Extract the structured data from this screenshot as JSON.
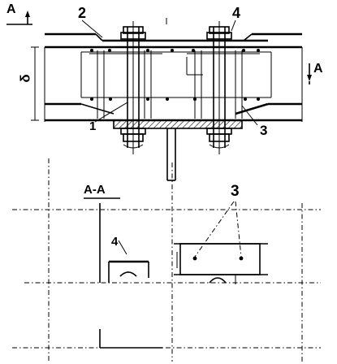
{
  "labels": {
    "section_top": "A",
    "section_right": "A",
    "section_title": "A-A",
    "callout_1": "1",
    "callout_2": "2",
    "callout_3": "3",
    "callout_3_lower": "3",
    "callout_4": "4",
    "callout_4_lower": "4",
    "dim_height": "δ"
  },
  "colors": {
    "ink": "#000000",
    "paper": "#ffffff"
  }
}
